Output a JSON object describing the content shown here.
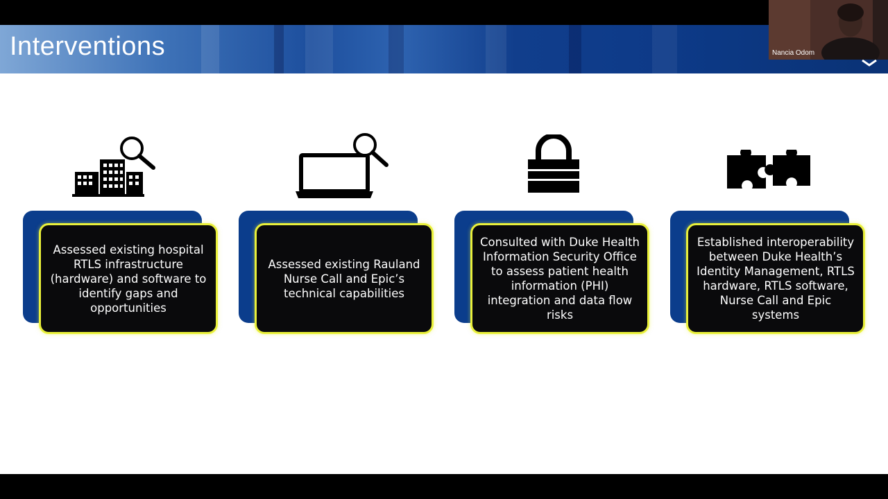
{
  "slide": {
    "title": "Interventions",
    "cards": [
      {
        "icon": "hospital-search-icon",
        "text": "Assessed existing hospital RTLS infrastructure (hardware) and software to identify gaps and opportunities"
      },
      {
        "icon": "laptop-search-icon",
        "text": "Assessed existing Rauland Nurse Call and Epic’s technical capabilities"
      },
      {
        "icon": "padlock-icon",
        "text": "Consulted with Duke Health Information Security Office to assess patient health information (PHI) integration and data flow risks"
      },
      {
        "icon": "puzzle-pieces-icon",
        "text": "Established interoperability between Duke Health’s Identity Management, RTLS hardware, RTLS software, Nurse Call and Epic systems"
      }
    ]
  },
  "video": {
    "participant_name": "Nancia Odom"
  },
  "colors": {
    "card_back": "#0b3d8c",
    "card_border": "#e9f03a",
    "card_face": "#0a0a0c",
    "banner_dark": "#0a3275"
  }
}
